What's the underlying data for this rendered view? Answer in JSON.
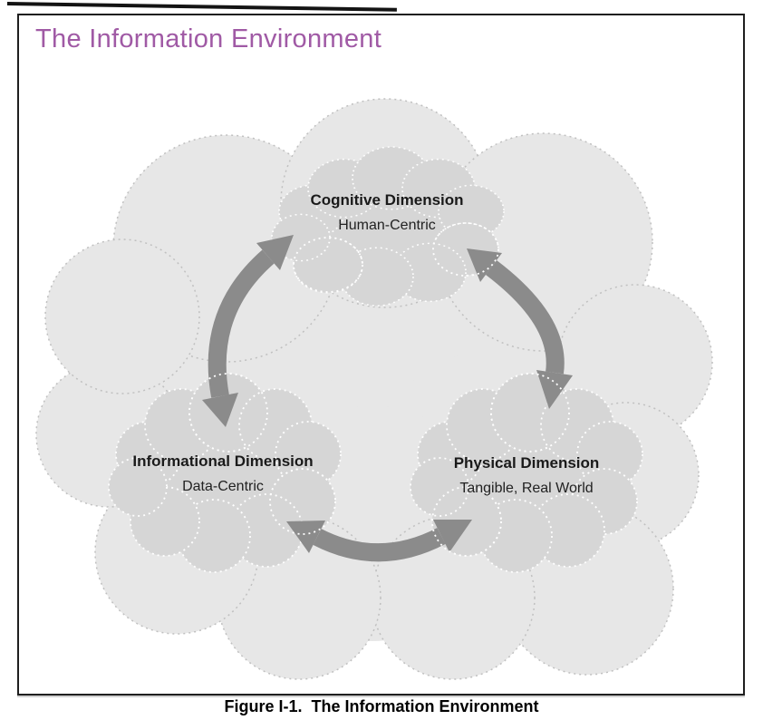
{
  "figure": {
    "title": "The Information Environment",
    "caption": "Figure I-1.  The Information Environment"
  },
  "diagram": {
    "nodes": [
      {
        "id": "cognitive",
        "label": "Cognitive Dimension",
        "sublabel": "Human-Centric"
      },
      {
        "id": "informational",
        "label": "Informational Dimension",
        "sublabel": "Data-Centric"
      },
      {
        "id": "physical",
        "label": "Physical Dimension",
        "sublabel": "Tangible, Real World"
      }
    ],
    "connections": [
      {
        "between": [
          "informational",
          "cognitive"
        ],
        "style": "curved-double-headed-arrow"
      },
      {
        "between": [
          "cognitive",
          "physical"
        ],
        "style": "curved-double-headed-arrow"
      },
      {
        "between": [
          "physical",
          "informational"
        ],
        "style": "curved-double-headed-arrow"
      }
    ]
  },
  "colors": {
    "title_text": "#a05aa5",
    "outer_cloud_fill": "#e7e7e7",
    "outer_cloud_outline": "#c0c0c0",
    "dimension_cloud_fill": "#d6d6d6",
    "dimension_cloud_outline": "#ffffff",
    "arrow": "#8b8b8b",
    "box_border": "#1f1f1f",
    "label_text": "#1a1a1a"
  }
}
